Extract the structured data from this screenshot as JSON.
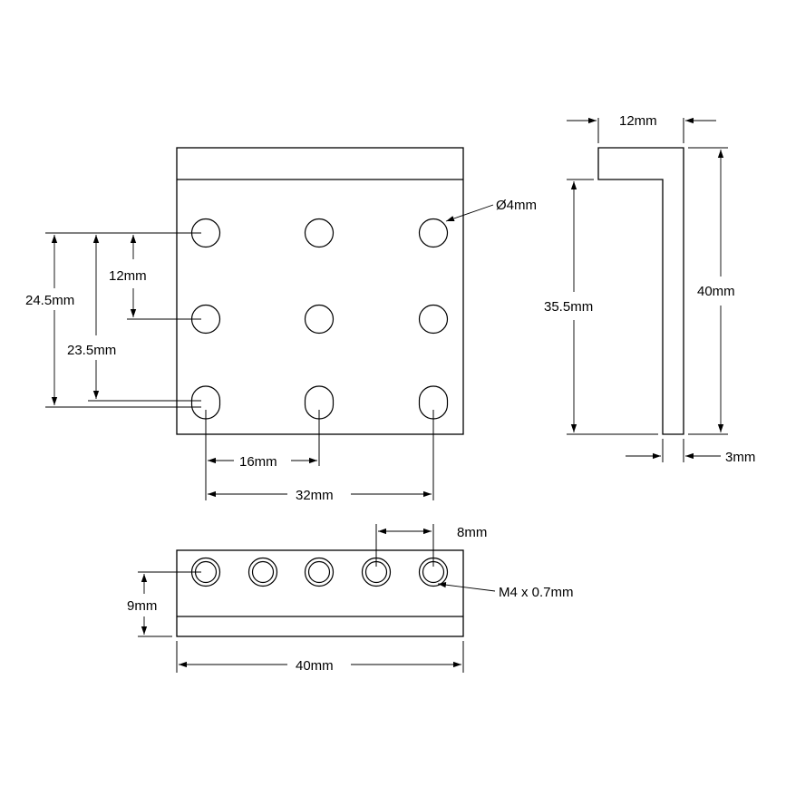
{
  "labels": {
    "hole_diameter": "Ø4mm",
    "dim_12_top": "12mm",
    "dim_24_5": "24.5mm",
    "dim_12_vert": "12mm",
    "dim_23_5": "23.5mm",
    "dim_35_5": "35.5mm",
    "dim_40_side": "40mm",
    "dim_3": "3mm",
    "dim_16": "16mm",
    "dim_32": "32mm",
    "dim_8": "8mm",
    "thread": "M4 x 0.7mm",
    "dim_9": "9mm",
    "dim_40_bottom": "40mm"
  }
}
